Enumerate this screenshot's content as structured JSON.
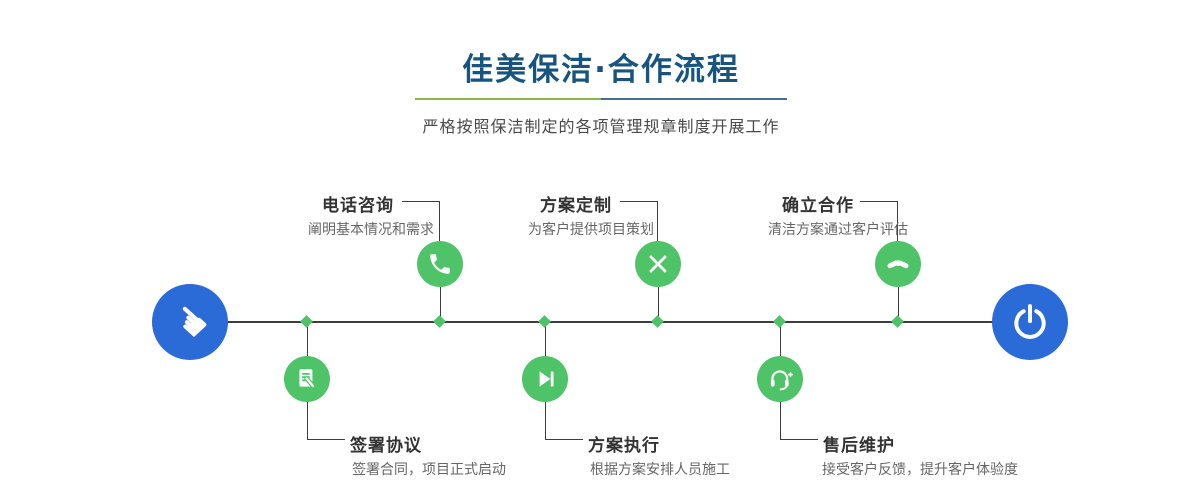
{
  "page": {
    "title": "佳美保洁·合作流程",
    "subtitle": "严格按照保洁制定的各项管理规章制度开展工作"
  },
  "timeline": {
    "start_icon": "pointing-hand-icon",
    "end_icon": "power-icon",
    "start_glyph": "☚",
    "node_marker": "diamond",
    "colors": {
      "primary_blue": "#2a6bd8",
      "primary_green": "#4fc368",
      "line": "#3d3d3d",
      "title_blue": "#17547f",
      "divider_green": "#8ab64c",
      "divider_blue": "#4a6d8c"
    }
  },
  "steps": [
    {
      "title": "电话咨询",
      "desc": "阐明基本情况和需求",
      "icon": "phone-icon",
      "row": "top"
    },
    {
      "title": "方案定制",
      "desc": "为客户提供项目策划",
      "icon": "design-tools-icon",
      "row": "top"
    },
    {
      "title": "确立合作",
      "desc": "清洁方案通过客户评估",
      "icon": "handshake-icon",
      "row": "top"
    },
    {
      "title": "签署协议",
      "desc": "签署合同，项目正式启动",
      "icon": "contract-icon",
      "row": "bottom"
    },
    {
      "title": "方案执行",
      "desc": "根据方案安排人员施工",
      "icon": "play-icon",
      "row": "bottom"
    },
    {
      "title": "售后维护",
      "desc": "接受客户反馈，提升客户体验度",
      "icon": "headset-icon",
      "row": "bottom"
    }
  ]
}
